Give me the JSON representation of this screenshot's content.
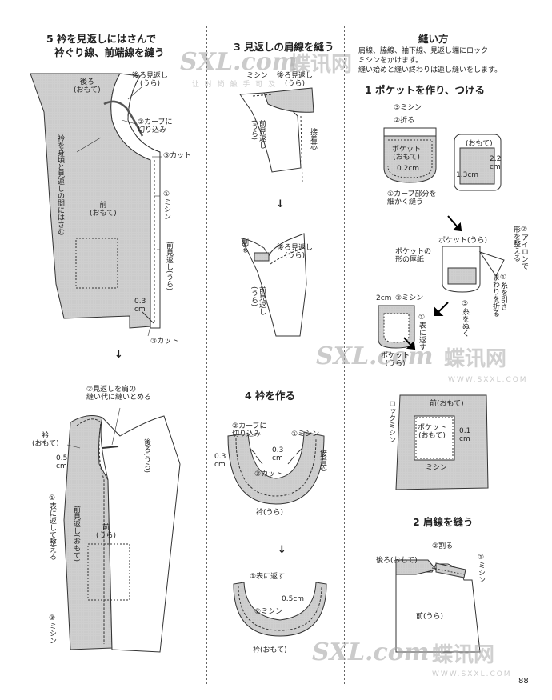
{
  "page_number": "88",
  "watermark": {
    "brand": "SXL.com",
    "cn": "蝶讯网",
    "sub": "让 时 尚 触 手 可 及",
    "url": "WWW.SXXL.COM"
  },
  "section5": {
    "title_line1": "5 衿を見返しにはさんで",
    "title_line2": "衿ぐり線、前端線を縫う",
    "fig1": {
      "back_label": "後ろ\n(おもて)",
      "back_facing": "後ろ見返し\n(うら)",
      "collar_sandwich": "衿を身頃と見返しの間にはさむ",
      "step2": "②カーブに\n切り込み",
      "step3_top": "③カット",
      "step1": "①ミシン",
      "front_label": "前\n(おもて)",
      "front_facing": "前見返し(うら)",
      "dim": "0.3\ncm",
      "step3_bottom": "③カット"
    },
    "fig2": {
      "step2": "②見返しを肩の\n縫い代に縫いとめる",
      "collar": "衿\n(おもて)",
      "dim": "0.5\ncm",
      "back": "後ろ(うら)",
      "front": "前\n(うら)",
      "step1": "①表に返して整える",
      "front_facing": "前見返し(おもて)",
      "step3": "③ミシン"
    }
  },
  "section3": {
    "title": "3 見返しの肩線を縫う",
    "fig1": {
      "machine": "ミシン",
      "back_facing": "後ろ見返し\n(うら)",
      "front_facing": "前見返し\n(うら)",
      "interfacing": "接着芯"
    },
    "fig2": {
      "split": "割る",
      "back_facing": "後ろ見返し\n(うら)",
      "front_facing": "前見返し\n(うら)"
    }
  },
  "section4": {
    "title": "4 衿を作る",
    "fig1": {
      "step2": "②カーブに\n切り込み",
      "step1": "①ミシン",
      "dim_left": "0.3\ncm",
      "dim_mid": "0.3\ncm",
      "step3": "③カット",
      "interfacing": "接着芯",
      "collar": "衿(うら)"
    },
    "fig2": {
      "step1": "①表に返す",
      "dim": "0.5cm",
      "step2": "②ミシン",
      "collar": "衿(おもて)"
    }
  },
  "sewing": {
    "title": "縫い方",
    "intro": "肩線、脇線、袖下線、見返し端にロック\nミシンをかけます。\n縫い始めと縫い終わりは返し縫いをします。",
    "step1_title": "1 ポケットを作り、つける",
    "pocket1": {
      "step3": "③ミシン",
      "step2": "②折る",
      "pocket": "ポケット\n(おもて)",
      "dim": "0.2cm",
      "step1": "①カーブ部分を\n細かく縫う",
      "omote": "(おもて)",
      "dim_a": "2.2\ncm",
      "dim_b": "1.3cm"
    },
    "pocket2": {
      "pocket_ura": "ポケット(うら)",
      "template": "ポケットの\n形の厚紙",
      "step2": "②アイロンで\n形を整える",
      "step1": "①糸を引き\nまわりを折る",
      "step3": "③糸をぬく"
    },
    "pocket3": {
      "dim": "2cm",
      "step2": "②ミシン",
      "step1": "①表に返す",
      "pocket_ura": "ポケット\n(うら)"
    },
    "pocket4": {
      "front": "前(おもて)",
      "overlock": "ロックミシン",
      "pocket": "ポケット\n(おもて)",
      "dim": "0.1\ncm",
      "machine": "ミシン"
    },
    "step2_title": "2 肩線を縫う",
    "shoulder": {
      "back": "後ろ(おもて)",
      "split": "②割る",
      "step1": "①ミシン",
      "front": "前(うら)"
    }
  }
}
